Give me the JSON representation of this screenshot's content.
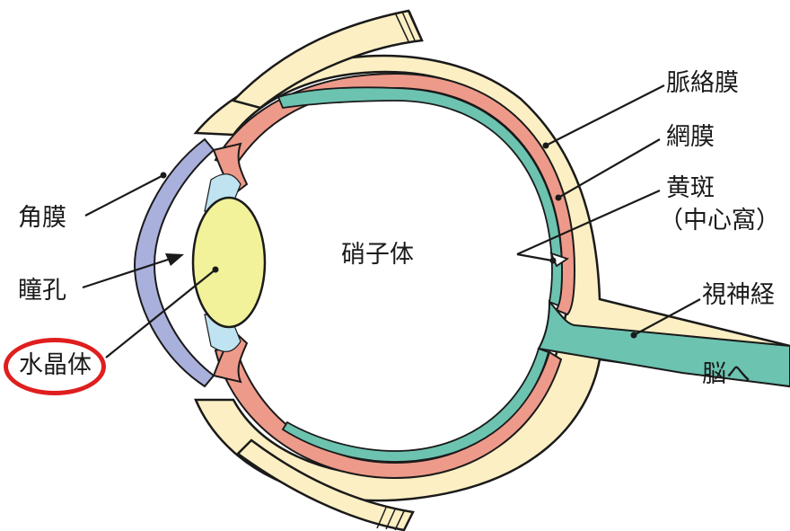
{
  "labels": {
    "choroid": "脈絡膜",
    "retina": "網膜",
    "macula": "黄斑",
    "fovea": "（中心窩）",
    "vitreous": "硝子体",
    "optic_nerve": "視神経",
    "to_brain": "脳へ",
    "cornea": "角膜",
    "pupil": "瞳孔",
    "lens": "水晶体"
  },
  "highlighted_label": "lens",
  "colors": {
    "sclera": "#fbefc3",
    "choroid": "#ee9a8a",
    "retina": "#6cc3b0",
    "cornea": "#a9b0dc",
    "lens": "#f1f29a",
    "zonule": "#bfe3f0",
    "outline": "#1a1a1a",
    "highlight": "#e01e1e"
  }
}
